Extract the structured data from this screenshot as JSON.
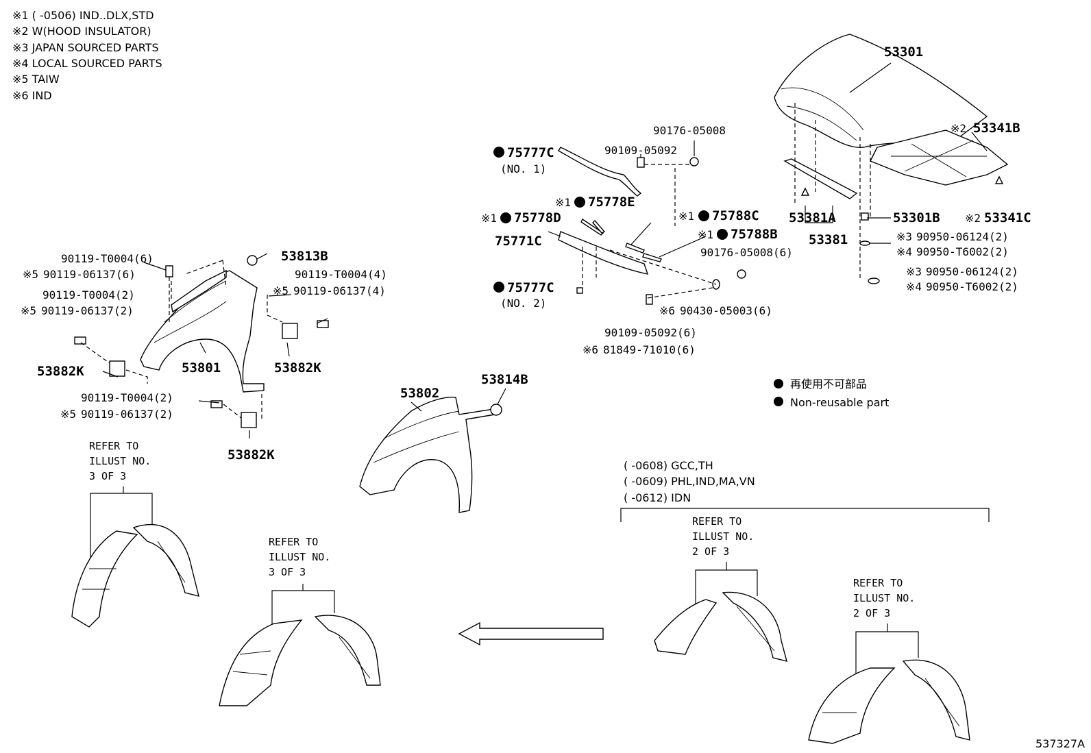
{
  "notes": [
    "※1 (      -0506) IND..DLX,STD",
    "※2 W(HOOD INSULATOR)",
    "※3 JAPAN SOURCED PARTS",
    "※4 LOCAL SOURCED PARTS",
    "※5 TAIW",
    "※6 IND"
  ],
  "legend": {
    "jp": "再使用不可部品",
    "en": "Non-reusable part"
  },
  "refer": {
    "l1": "REFER TO",
    "l2": "ILLUST NO.",
    "of3": "3 OF 3",
    "of2": "2 OF 3"
  },
  "region_notes": [
    "(      -0608) GCC,TH",
    "(      -0609) PHL,IND,MA,VN",
    "(      -0612) IDN"
  ],
  "labels": {
    "p53301": "53301",
    "p53341B": "53341B",
    "p53341C": "53341C",
    "p53301B": "53301B",
    "p53381A": "53381A",
    "p53381": "53381",
    "r90950_06124_a": "90950-06124(2)",
    "r90950_T6002_a": "90950-T6002(2)",
    "r90950_06124_b": "90950-06124(2)",
    "r90950_T6002_b": "90950-T6002(2)",
    "p90176_05008": "90176-05008",
    "p90109_05092": "90109-05092",
    "p75777C_1": "75777C",
    "no1": "(NO. 1)",
    "p75778E": "75778E",
    "p75778D": "75778D",
    "p75788C": "75788C",
    "p75788B": "75788B",
    "p75771C": "75771C",
    "p90176_05008_6": "90176-05008(6)",
    "p75777C_2": "75777C",
    "no2": "(NO. 2)",
    "p90430_05003": "90430-05003(6)",
    "p90109_05092_6": "90109-05092(6)",
    "p81849_71010": "81849-71010(6)",
    "p90119_T0004_6": "90119-T0004(6)",
    "p90119_06137_6": "90119-06137(6)",
    "p53813B": "53813B",
    "p90119_T0004_4": "90119-T0004(4)",
    "p90119_06137_4": "90119-06137(4)",
    "p90119_T0004_2a": "90119-T0004(2)",
    "p90119_06137_2a": "90119-06137(2)",
    "p53882K_a": "53882K",
    "p53801": "53801",
    "p53882K_b": "53882K",
    "p90119_T0004_2b": "90119-T0004(2)",
    "p90119_06137_2b": "90119-06137(2)",
    "p53882K_c": "53882K",
    "p53802": "53802",
    "p53814B": "53814B",
    "m1": "※1",
    "m2": "※2",
    "m3": "※3",
    "m4": "※4",
    "m5": "※5",
    "m6": "※6"
  },
  "illustration_id": "537327A",
  "colors": {
    "line": "#000000",
    "background": "#ffffff"
  }
}
